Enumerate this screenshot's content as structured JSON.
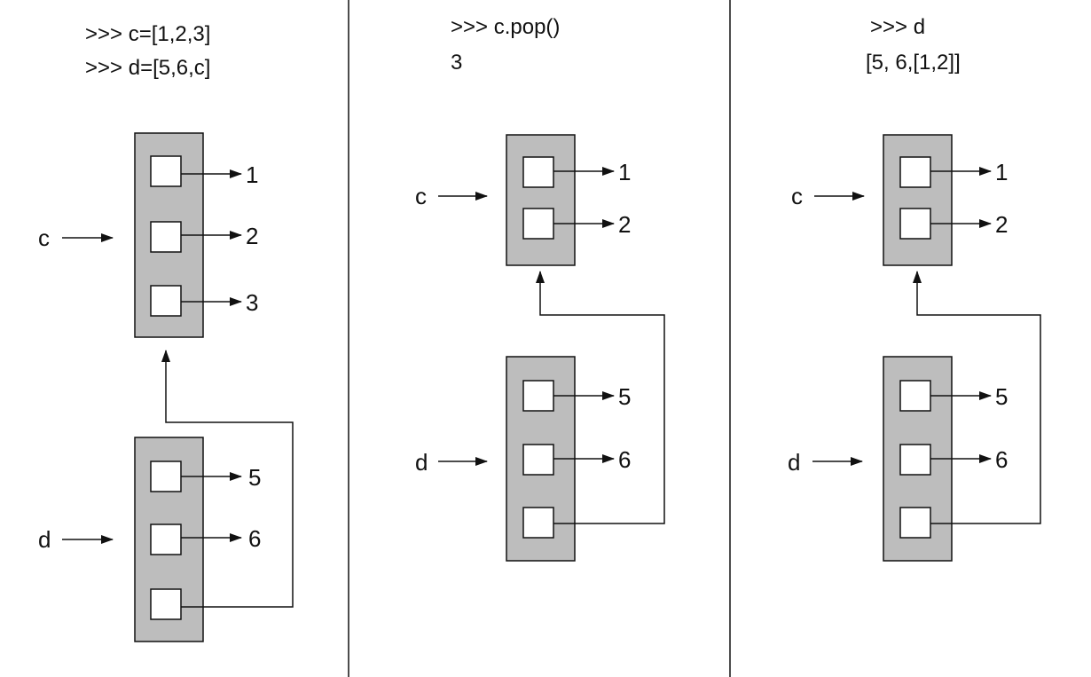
{
  "colors": {
    "list_fill": "#bdbdbd",
    "slot_fill": "#ffffff",
    "stroke": "#111111"
  },
  "panels": [
    {
      "code": [
        ">>> c=[1,2,3]",
        ">>> d=[5,6,c]"
      ],
      "vars": {
        "c": "c",
        "d": "d"
      },
      "c_values": [
        "1",
        "2",
        "3"
      ],
      "d_values": [
        "5",
        "6"
      ]
    },
    {
      "code": [
        ">>> c.pop()",
        "3"
      ],
      "vars": {
        "c": "c",
        "d": "d"
      },
      "c_values": [
        "1",
        "2"
      ],
      "d_values": [
        "5",
        "6"
      ]
    },
    {
      "code": [
        ">>> d",
        "[5, 6,[1,2]]"
      ],
      "vars": {
        "c": "c",
        "d": "d"
      },
      "c_values": [
        "1",
        "2"
      ],
      "d_values": [
        "5",
        "6"
      ]
    }
  ]
}
